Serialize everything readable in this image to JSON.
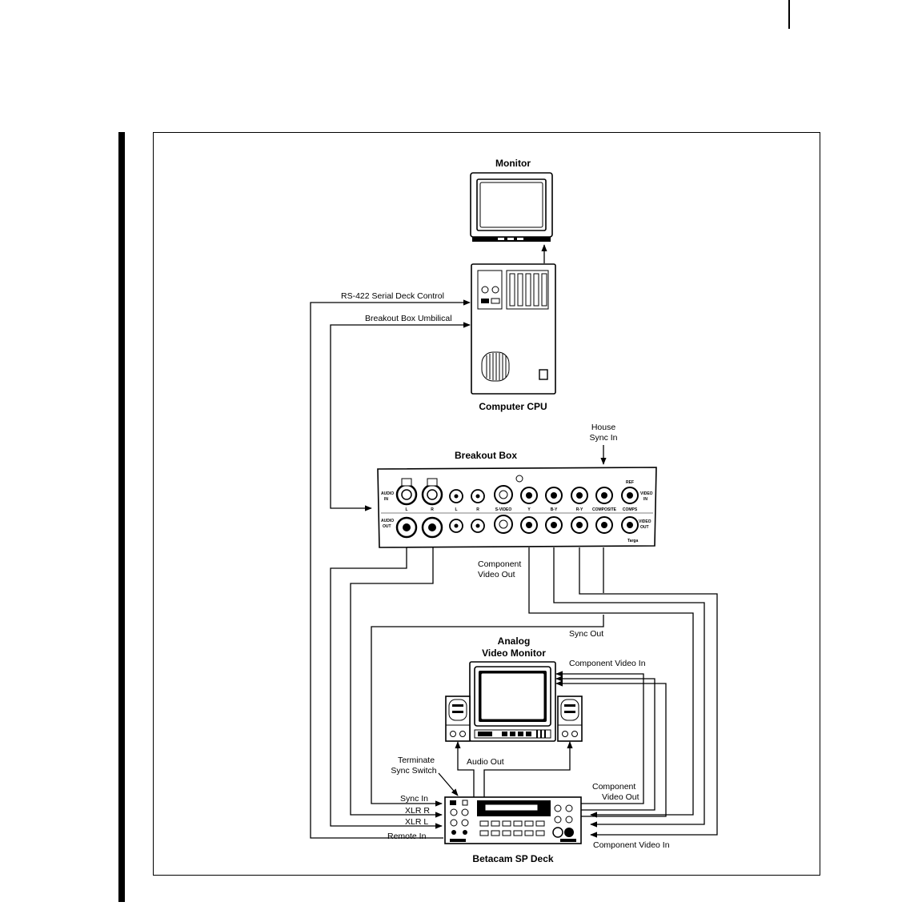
{
  "titles": {
    "monitor": "Monitor",
    "cpu": "Computer CPU",
    "breakout": "Breakout Box",
    "analog_line1": "Analog",
    "analog_line2": "Video Monitor",
    "deck": "Betacam SP Deck"
  },
  "labels": {
    "rs422": "RS-422 Serial Deck Control",
    "umbilical": "Breakout Box Umbilical",
    "house_sync_1": "House",
    "house_sync_2": "Sync In",
    "component_out_1": "Component",
    "component_out_2": "Video Out",
    "sync_out": "Sync Out",
    "component_in_top": "Component Video In",
    "audio_out": "Audio Out",
    "terminate_1": "Terminate",
    "terminate_2": "Sync Switch",
    "deck_component_out_1": "Component",
    "deck_component_out_2": "Video Out",
    "sync_in": "Sync In",
    "xlr_r": "XLR R",
    "xlr_l": "XLR L",
    "remote_in": "Remote In",
    "component_in_bottom": "Component Video In"
  },
  "breakout_panel": {
    "audio_in_1": "AUDIO",
    "audio_in_2": "IN",
    "audio_out_1": "AUDIO",
    "audio_out_2": "OUT",
    "l": "L",
    "r": "R",
    "l2": "L",
    "r2": "R",
    "svideo": "S-VIDEO",
    "y": "Y",
    "by": "B-Y",
    "ry": "R-Y",
    "composite": "COMPOSITE",
    "ref": "REF",
    "comps": "COMPS",
    "video_in_1": "VIDEO",
    "video_in_2": "IN",
    "video_out_1": "VIDEO",
    "video_out_2": "OUT",
    "brand": "Targa"
  }
}
